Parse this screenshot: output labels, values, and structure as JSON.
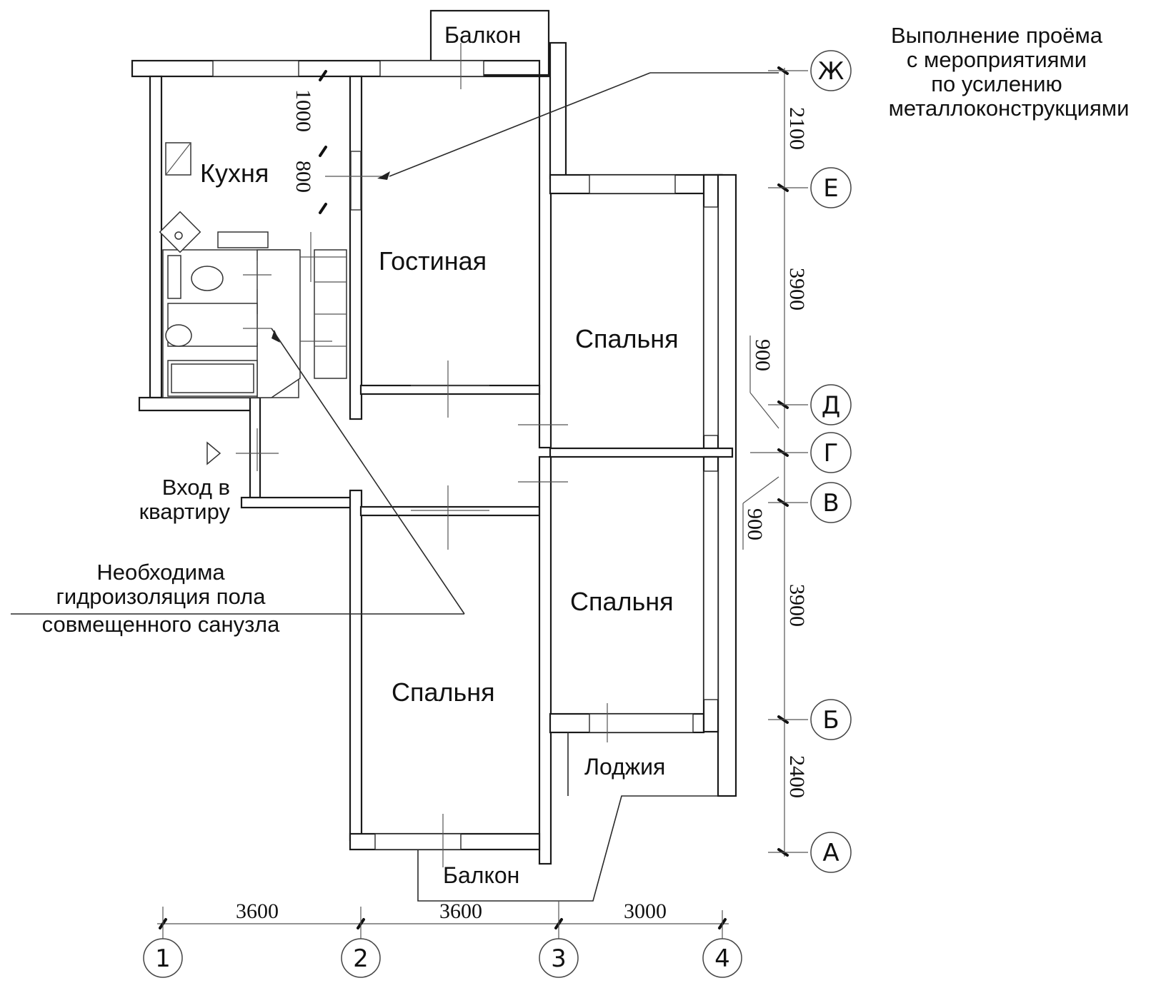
{
  "rooms": {
    "kitchen": "Кухня",
    "living": "Гостиная",
    "bedroom_upper_right": "Спальня",
    "bedroom_lower_right": "Спальня",
    "bedroom_lower_left": "Спальня",
    "balcony_top": "Балкон",
    "balcony_bottom": "Балкон",
    "loggia": "Лоджия"
  },
  "notes": {
    "opening": [
      "Выполнение проёма",
      "с мероприятиями",
      "по усилению",
      "металлоконструкциями"
    ],
    "entrance": [
      "Вход в",
      "квартиру"
    ],
    "waterproofing": [
      "Необходима",
      "гидроизоляция пола",
      "совмещенного санузла"
    ]
  },
  "dimensions": {
    "horizontal": [
      "3600",
      "3600",
      "3000"
    ],
    "vertical": [
      "2100",
      "3900",
      "900",
      "900",
      "3900",
      "2400"
    ],
    "opening_a": "1000",
    "opening_b": "800"
  },
  "axes": {
    "columns": [
      "1",
      "2",
      "3",
      "4"
    ],
    "rows": [
      "Ж",
      "Е",
      "Д",
      "Г",
      "В",
      "Б",
      "А"
    ]
  }
}
